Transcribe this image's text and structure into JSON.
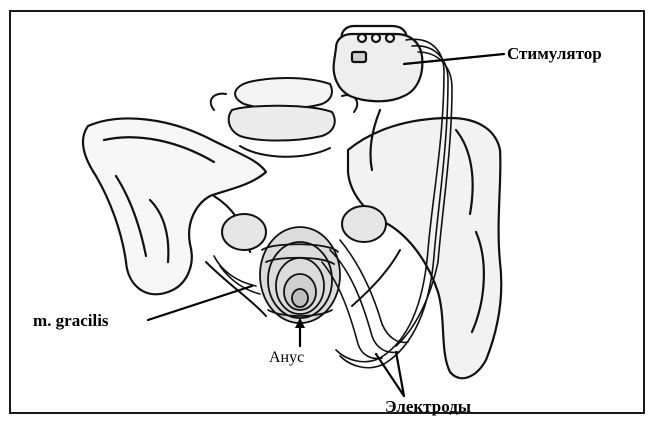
{
  "figure": {
    "labels": {
      "stimulator": "Стимулятор",
      "gracilis": "m. gracilis",
      "anus": "Анус",
      "electrodes": "Электроды"
    }
  },
  "colors": {
    "ink": "#000000",
    "frame": "#1a1a1a",
    "background": "#ffffff"
  }
}
